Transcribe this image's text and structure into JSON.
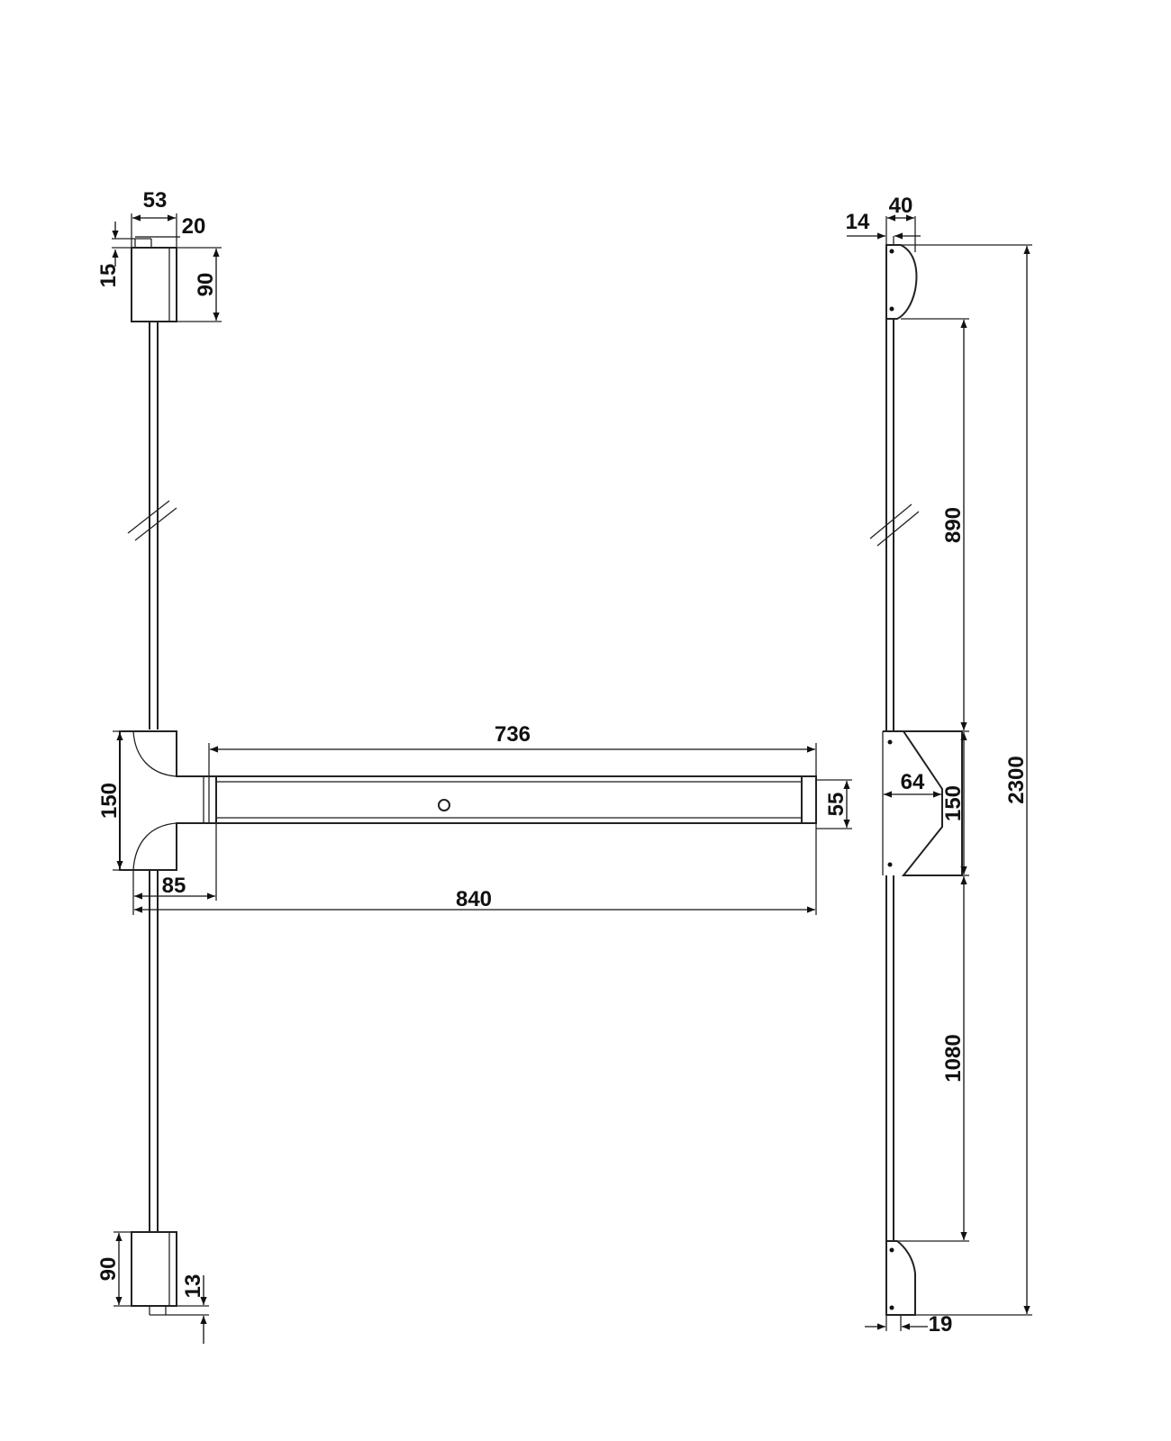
{
  "drawing": {
    "front_view": {
      "dims": {
        "top_width": "53",
        "top_pin": "20",
        "top_offset": "15",
        "top_height": "90",
        "bar_length": "736",
        "head_height": "150",
        "bar_height": "55",
        "head_width": "85",
        "overall_length": "840",
        "bottom_height": "90",
        "bottom_offset": "13"
      }
    },
    "side_view": {
      "dims": {
        "top_depth": "40",
        "top_offset": "14",
        "upper_rod": "890",
        "head_depth": "64",
        "head_height": "150",
        "total_height": "2300",
        "lower_rod": "1080",
        "bottom_offset": "19"
      }
    }
  }
}
